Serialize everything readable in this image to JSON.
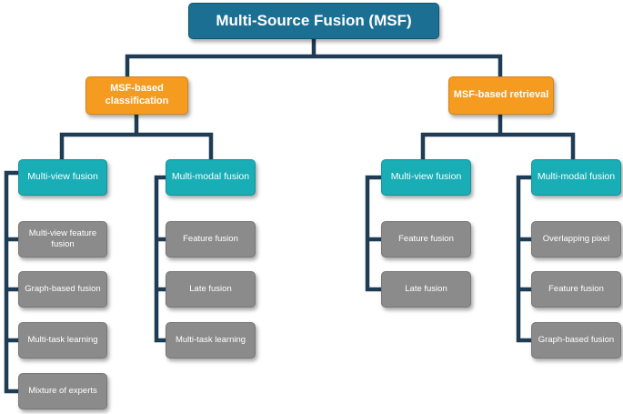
{
  "root": {
    "label": "Multi-Source Fusion (MSF)"
  },
  "branches": [
    {
      "label": "MSF-based\nclassification",
      "groups": [
        {
          "label": "Multi-view fusion",
          "items": [
            "Multi-view feature\nfusion",
            "Graph-based fusion",
            "Multi-task learning",
            "Mixture of experts"
          ]
        },
        {
          "label": "Multi-modal fusion",
          "items": [
            "Feature fusion",
            "Late fusion",
            "Multi-task learning"
          ]
        }
      ]
    },
    {
      "label": "MSF-based retrieval",
      "groups": [
        {
          "label": "Multi-view fusion",
          "items": [
            "Feature fusion",
            "Late fusion"
          ]
        },
        {
          "label": "Multi-modal fusion",
          "items": [
            "Overlapping pixel",
            "Feature fusion",
            "Graph-based fusion"
          ]
        }
      ]
    }
  ],
  "colors": {
    "root": "#1a6f93",
    "branch": "#f49b20",
    "group": "#19adb5",
    "leaf": "#8b8b8b",
    "connector": "#1f3c55"
  }
}
